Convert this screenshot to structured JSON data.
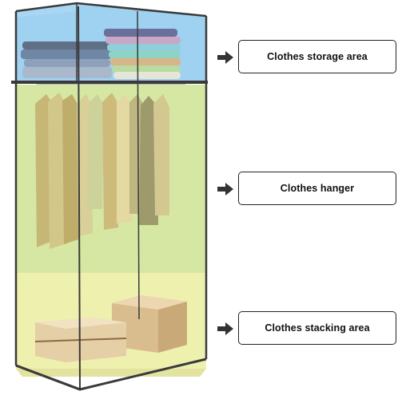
{
  "callouts": [
    {
      "label": "Clothes storage area"
    },
    {
      "label": "Clothes hanger"
    },
    {
      "label": "Clothes stacking area"
    }
  ],
  "colors": {
    "storage_tint": "#7fc3ea",
    "hanging_tint": "#d6e7a3",
    "stacking_tint": "#ecedaa",
    "frame": "#3a3a3a",
    "label_border": "#222222"
  }
}
